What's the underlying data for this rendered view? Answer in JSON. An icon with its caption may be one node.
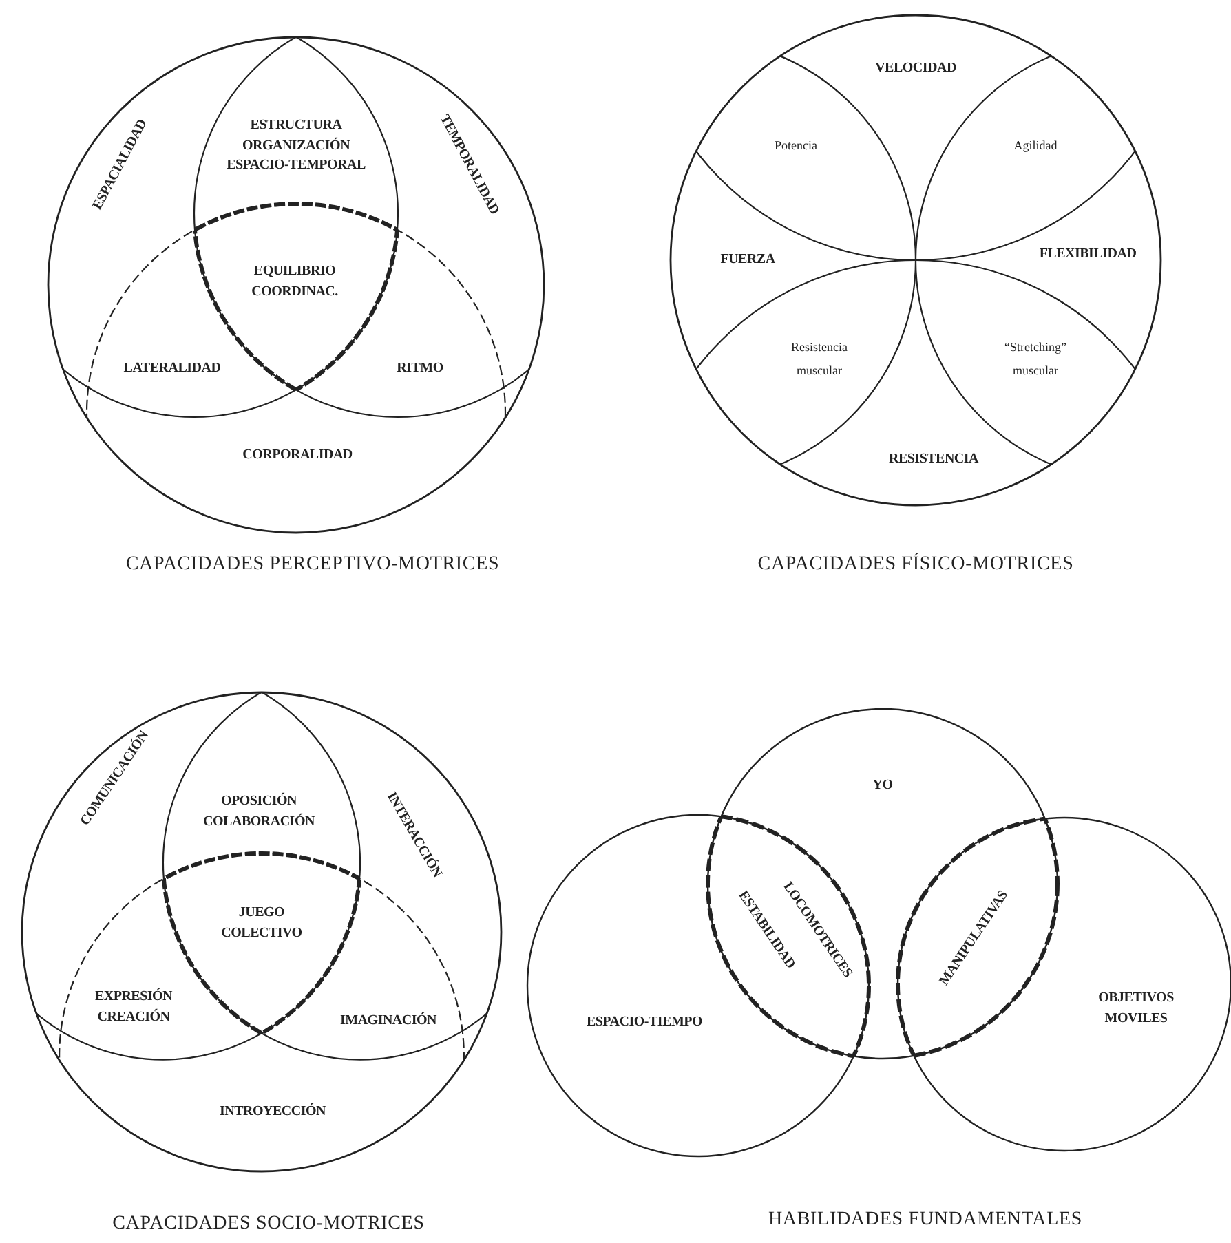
{
  "diagram": {
    "labels": [
      "ESPACIALIDAD",
      "ESTRUCTURA ORGANIZACIÓN ESPACIO-TEMPORAL",
      "TEMPORALIDAD",
      "EQUILIBRIO COORDINAC.",
      "LATERALIDAD",
      "RITMO",
      "CORPORALIDAD",
      "VELOCIDAD",
      "Potencia",
      "Agilidad",
      "FUERZA",
      "FLEXIBILIDAD",
      "Resistencia muscular",
      "“Stretching” muscular",
      "RESISTENCIA",
      "CAPACIDADES PERCEPTIVO-MOTRICES",
      "CAPACIDADES FÍSICO-MOTRICES",
      "COMUNICACIÓN",
      "OPOSICIÓN COLABORACIÓN",
      "INTERACCIÓN",
      "JUEGO COLECTIVO",
      "EXPRESIÓN CREACIÓN",
      "IMAGINACIÓN",
      "INTROYECCIÓN",
      "YO",
      "LOCOMOTRICES",
      "ESTABILIDAD",
      "MANIPULATIVAS",
      "ESPACIO-TIEMPO",
      "OBJETIVOS MOVILES",
      "CAPACIDADES SOCIO-MOTRICES",
      "HABILIDADES FUNDAMENTALES"
    ]
  }
}
